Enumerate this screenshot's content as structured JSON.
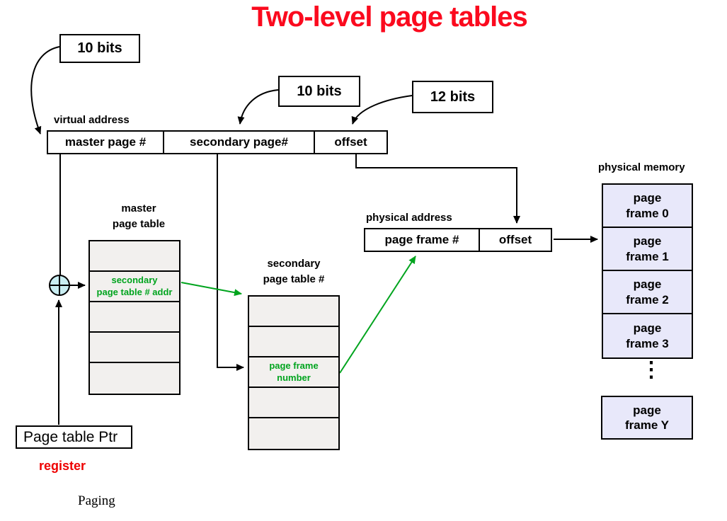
{
  "title": "Two-level page tables",
  "colors": {
    "title_red": "#fb0a1e",
    "register_red": "#ee0000",
    "green": "#00a41e",
    "table_fill": "#f2f0ee",
    "memory_fill": "#e8e8fa",
    "circle_fill": "#c9eef2"
  },
  "annotations": {
    "bits_master": "10 bits",
    "bits_secondary": "10 bits",
    "bits_offset": "12 bits"
  },
  "virtual_address": {
    "label": "virtual address",
    "cells": [
      "master page #",
      "secondary page#",
      "offset"
    ]
  },
  "master_table": {
    "label": "master\npage table",
    "rows": [
      "",
      "secondary\npage table # addr",
      "",
      "",
      ""
    ],
    "highlight_row": 1
  },
  "secondary_table": {
    "label": "secondary\npage table #",
    "rows": [
      "",
      "",
      "page frame\nnumber",
      "",
      ""
    ],
    "highlight_row": 2
  },
  "physical_address": {
    "label": "physical address",
    "cells": [
      "page frame #",
      "offset"
    ]
  },
  "physical_memory": {
    "label": "physical memory",
    "frames": [
      "page\nframe 0",
      "page\nframe 1",
      "page\nframe 2",
      "page\nframe 3"
    ],
    "ellipsis": "⋮",
    "last_frame": "page\nframe Y"
  },
  "page_table_ptr": {
    "box_label": "Page table Ptr",
    "register_label": "register"
  },
  "footer": "Paging"
}
